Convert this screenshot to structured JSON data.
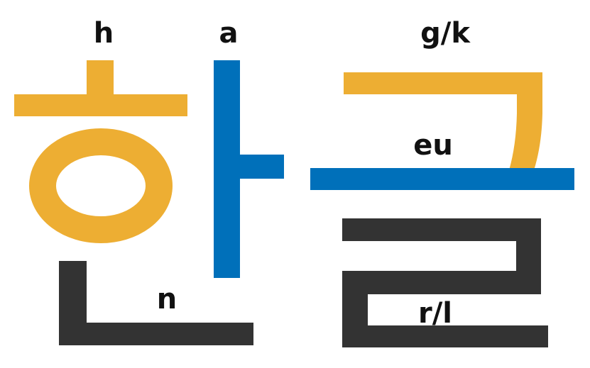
{
  "colors": {
    "consonant_initial": "#EDAE33",
    "vowel": "#0070BA",
    "consonant_final": "#333333",
    "label": "#111111",
    "background": "#FFFFFF"
  },
  "syllables": [
    {
      "jamo": [
        {
          "romanization": "h",
          "role": "initial consonant",
          "color_key": "consonant_initial"
        },
        {
          "romanization": "a",
          "role": "vowel",
          "color_key": "vowel"
        },
        {
          "romanization": "n",
          "role": "final consonant",
          "color_key": "consonant_final"
        }
      ]
    },
    {
      "jamo": [
        {
          "romanization": "g/k",
          "role": "initial consonant",
          "color_key": "consonant_initial"
        },
        {
          "romanization": "eu",
          "role": "vowel",
          "color_key": "vowel"
        },
        {
          "romanization": "r/l",
          "role": "final consonant",
          "color_key": "consonant_final"
        }
      ]
    }
  ]
}
